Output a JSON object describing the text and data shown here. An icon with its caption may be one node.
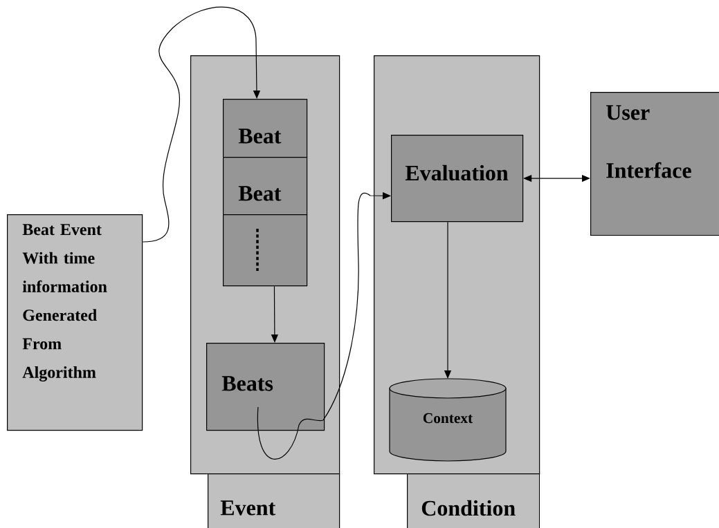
{
  "diagram": {
    "nodes": [
      {
        "text": [
          "Beat Event With time information Generated From Algorithm"
        ]
      },
      {
        "text": [],
        "shape": "box"
      },
      {
        "text": [
          "Beat"
        ],
        "in": 1
      },
      {
        "text": [
          "Beat"
        ],
        "in": 1
      },
      {
        "text": [],
        "shape": "box",
        "in": 1
      },
      {
        "text": [
          "Beats"
        ],
        "in": 1
      },
      {
        "text": [
          "Event"
        ]
      },
      {
        "text": [],
        "shape": "box"
      },
      {
        "text": [
          "Evaluation"
        ],
        "in": 7
      },
      {
        "text": [
          "Context"
        ],
        "in": 7
      },
      {
        "text": [
          "Condition"
        ]
      },
      {
        "text": [
          "User Interface"
        ]
      }
    ],
    "edges": [
      {
        "from": 0,
        "to": 2,
        "arrow": "to"
      },
      {
        "from": 4,
        "to": 5,
        "arrow": "to"
      },
      {
        "from": 5,
        "to": 8,
        "arrow": "to"
      },
      {
        "from": 8,
        "to": 9,
        "arrow": "to"
      },
      {
        "from": 8,
        "to": 11,
        "arrow": "both"
      }
    ]
  }
}
